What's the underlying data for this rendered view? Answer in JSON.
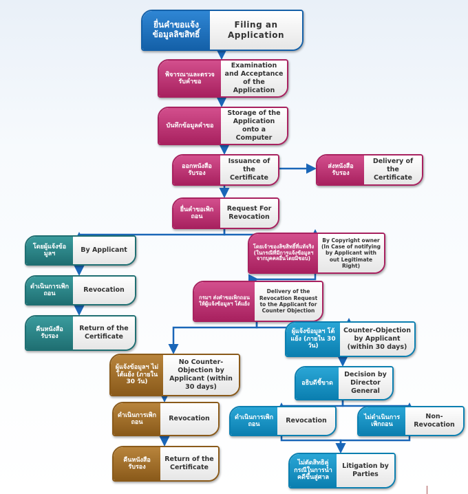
{
  "nodes": [
    {
      "id": "filing",
      "th": "ยื่นคำขอแจ้งข้อมูลลิขสิทธิ์",
      "en": "Filing an Application",
      "color": "blue"
    },
    {
      "id": "examination",
      "th": "พิจารณาและตรวจรับคำขอ",
      "en": "Examination and Acceptance of the Application",
      "color": "pink"
    },
    {
      "id": "storage",
      "th": "บันทึกข้อมูลคำขอ",
      "en": "Storage of the Application onto a Computer",
      "color": "pink"
    },
    {
      "id": "issuance",
      "th": "ออกหนังสือรับรอง",
      "en": "Issuance of the Certificate",
      "color": "pink"
    },
    {
      "id": "delivery-cert",
      "th": "ส่งหนังสือรับรอง",
      "en": "Delivery of the Certificate",
      "color": "pink"
    },
    {
      "id": "request-revocation",
      "th": "ยื่นคำขอเพิกถอน",
      "en": "Request For Revocation",
      "color": "pink"
    },
    {
      "id": "by-applicant",
      "th": "โดยผู้แจ้งข้อมูลฯ",
      "en": "By Applicant",
      "color": "teal"
    },
    {
      "id": "revocation-left",
      "th": "ดำเนินการเพิกถอน",
      "en": "Revocation",
      "color": "teal"
    },
    {
      "id": "return-left",
      "th": "คืนหนังสือรับรอง",
      "en": "Return of the Certificate",
      "color": "teal"
    },
    {
      "id": "by-owner",
      "th": "โดยเจ้าของลิขสิทธิ์ที่แท้จริง (ในกรณีที่มีการแจ้งข้อมูลฯ จากบุคคลอื่นโดยมิชอบ)",
      "en": "By Copyright owner (In Case of notifying by Applicant with out Legitimate Right)",
      "color": "pink"
    },
    {
      "id": "delivery-request",
      "th": "กรมฯ ส่งคำขอเพิกถอนให้ผู้แจ้งข้อมูลฯ โต้แย้ง",
      "en": "Delivery of the Revocation Request to the Applicant for Counter Objection",
      "color": "pink"
    },
    {
      "id": "counter-objection",
      "th": "ผู้แจ้งข้อมูลฯ โต้แย้ง (ภายใน 30 วัน)",
      "en": "Counter-Objection by Applicant (within 30 days)",
      "color": "cyan"
    },
    {
      "id": "no-counter",
      "th": "ผู้แจ้งข้อมูลฯ ไม่โต้แย้ง (ภายใน 30 วัน)",
      "en": "No Counter-Objection by Applicant (within 30 days)",
      "color": "gold"
    },
    {
      "id": "decision",
      "th": "อธิบดีชี้ขาด",
      "en": "Decision by Director General",
      "color": "cyan"
    },
    {
      "id": "revocation-gold",
      "th": "ดำเนินการเพิกถอน",
      "en": "Revocation",
      "color": "gold"
    },
    {
      "id": "revocation-cyan",
      "th": "ดำเนินการเพิกถอน",
      "en": "Revocation",
      "color": "cyan"
    },
    {
      "id": "non-revocation",
      "th": "ไม่ดำเนินการเพิกถอน",
      "en": "Non-Revocation",
      "color": "cyan"
    },
    {
      "id": "return-gold",
      "th": "คืนหนังสือรับรอง",
      "en": "Return of the Certificate",
      "color": "gold"
    },
    {
      "id": "litigation",
      "th": "ไม่ตัดสิทธิคู่กรณีในการนำคดีขึ้นสู่ศาล",
      "en": "Litigation by Parties",
      "color": "cyan"
    }
  ],
  "edges": [
    [
      "filing",
      "examination"
    ],
    [
      "examination",
      "storage"
    ],
    [
      "storage",
      "issuance"
    ],
    [
      "issuance",
      "delivery-cert"
    ],
    [
      "issuance",
      "request-revocation"
    ],
    [
      "request-revocation",
      "by-applicant"
    ],
    [
      "request-revocation",
      "by-owner"
    ],
    [
      "by-applicant",
      "revocation-left"
    ],
    [
      "revocation-left",
      "return-left"
    ],
    [
      "by-owner",
      "delivery-request"
    ],
    [
      "delivery-request",
      "no-counter"
    ],
    [
      "delivery-request",
      "counter-objection"
    ],
    [
      "counter-objection",
      "decision"
    ],
    [
      "decision",
      "revocation-cyan"
    ],
    [
      "decision",
      "non-revocation"
    ],
    [
      "no-counter",
      "revocation-gold"
    ],
    [
      "revocation-gold",
      "return-gold"
    ],
    [
      "revocation-cyan",
      "litigation"
    ],
    [
      "non-revocation",
      "litigation"
    ]
  ]
}
